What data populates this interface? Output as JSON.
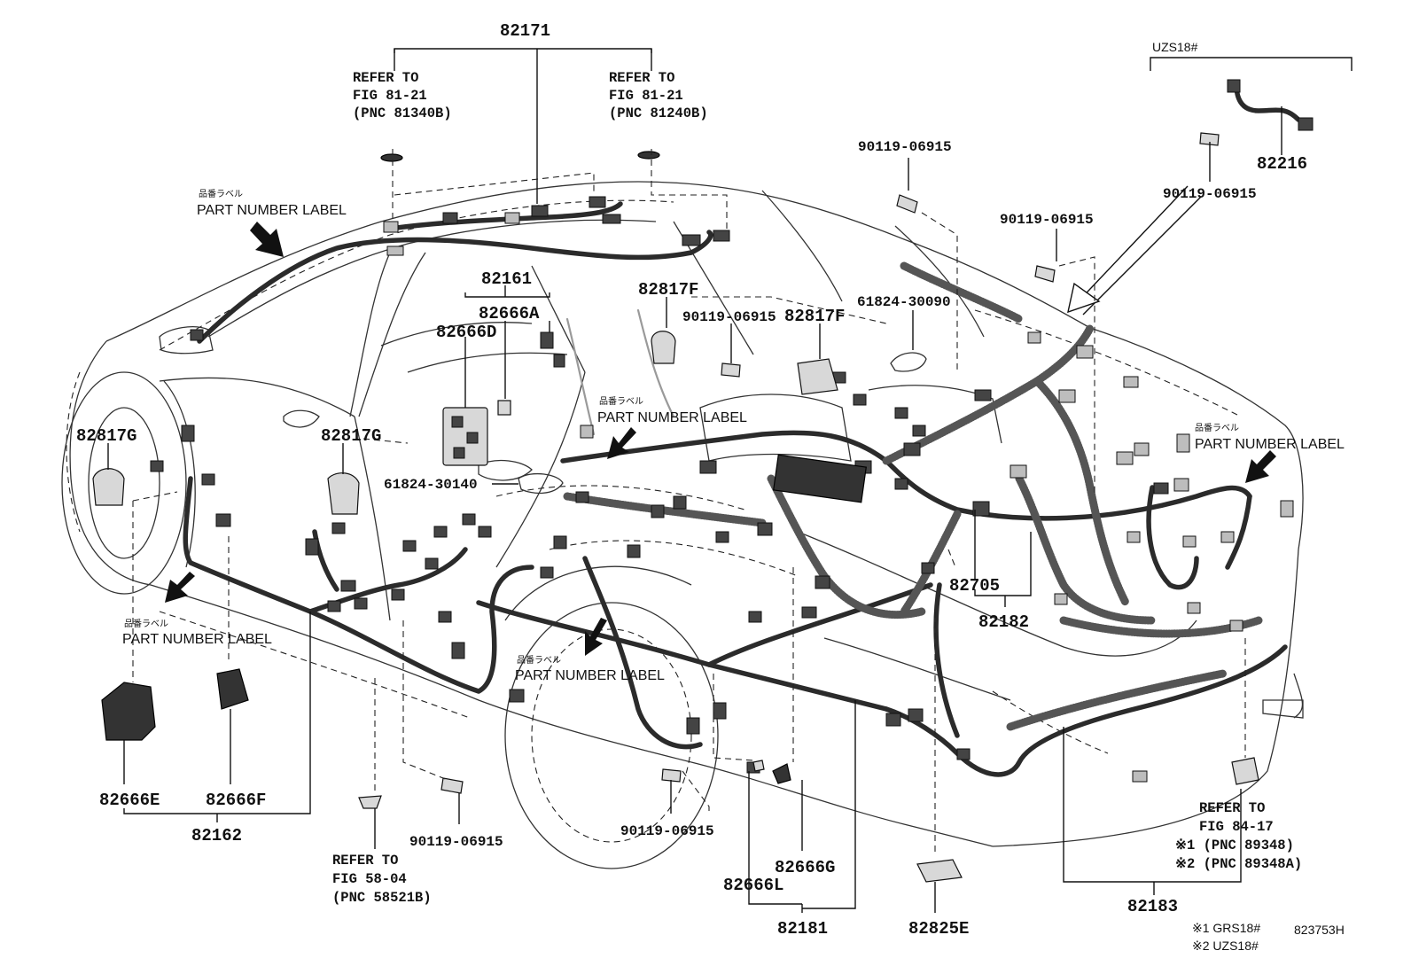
{
  "diagram": {
    "figure_id": "823753H",
    "part_numbers": {
      "p82171": "82171",
      "p82161": "82161",
      "p82666A": "82666A",
      "p82666D": "82666D",
      "p82817F_a": "82817F",
      "p82817F_b": "82817F",
      "p82817G_a": "82817G",
      "p82817G_b": "82817G",
      "p61824_30090": "61824-30090",
      "p61824_30140": "61824-30140",
      "p82705": "82705",
      "p82182": "82182",
      "p82216": "82216",
      "p82666E": "82666E",
      "p82666F": "82666F",
      "p82162": "82162",
      "p82666G": "82666G",
      "p82666L": "82666L",
      "p82181": "82181",
      "p82825E": "82825E",
      "p82183": "82183",
      "bolt_top": "90119-06915",
      "bolt_mid": "90119-06915",
      "bolt_center": "90119-06915",
      "bolt_right": "90119-06915",
      "bolt_bottom_a": "90119-06915",
      "bolt_bottom_b": "90119-06915"
    },
    "references": {
      "left_top": {
        "l1": "REFER TO",
        "l2": "FIG 81-21",
        "l3": "(PNC 81340B)"
      },
      "right_top": {
        "l1": "REFER TO",
        "l2": "FIG 81-21",
        "l3": "(PNC 81240B)"
      },
      "bottom": {
        "l1": "REFER TO",
        "l2": "FIG 58-04",
        "l3": "(PNC 58521B)"
      },
      "rear": {
        "l1": "REFER TO",
        "l2": "FIG 84-17",
        "l3": "※1 (PNC 89348)",
        "l4": "※2 (PNC 89348A)"
      }
    },
    "part_number_label": "PART NUMBER LABEL",
    "part_number_label_jp": "品番ラベル",
    "model_box_label": "UZS18#",
    "notes": {
      "n1": "※1 GRS18#",
      "n2": "※2 UZS18#"
    }
  }
}
